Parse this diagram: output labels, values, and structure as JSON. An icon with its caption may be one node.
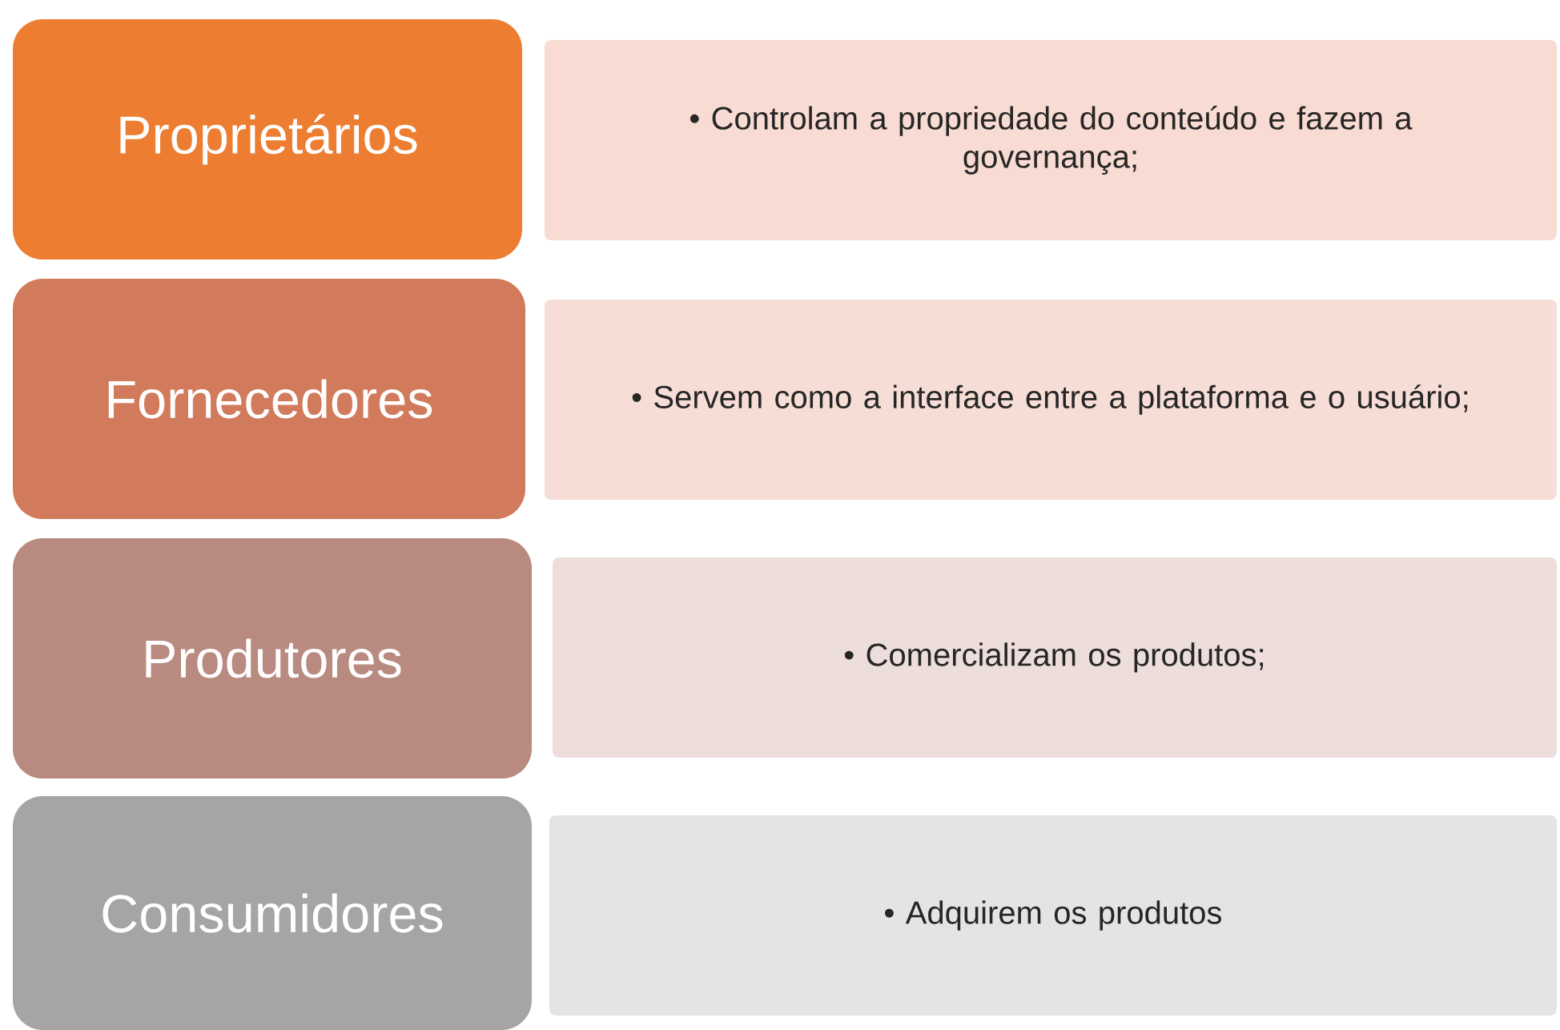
{
  "diagram": {
    "nodes": [
      {
        "text": [
          "Proprietários"
        ]
      },
      {
        "text": [
          "• Controlam a propriedade do conteúdo e fazem a governança;"
        ]
      },
      {
        "text": [
          "Fornecedores"
        ]
      },
      {
        "text": [
          "• Servem como a interface entre a plataforma e o usuário;"
        ]
      },
      {
        "text": [
          "Produtores"
        ]
      },
      {
        "text": [
          "• Comercializam os produtos;"
        ]
      },
      {
        "text": [
          "Consumidores"
        ]
      },
      {
        "text": [
          "• Adquirem os produtos"
        ]
      }
    ]
  }
}
